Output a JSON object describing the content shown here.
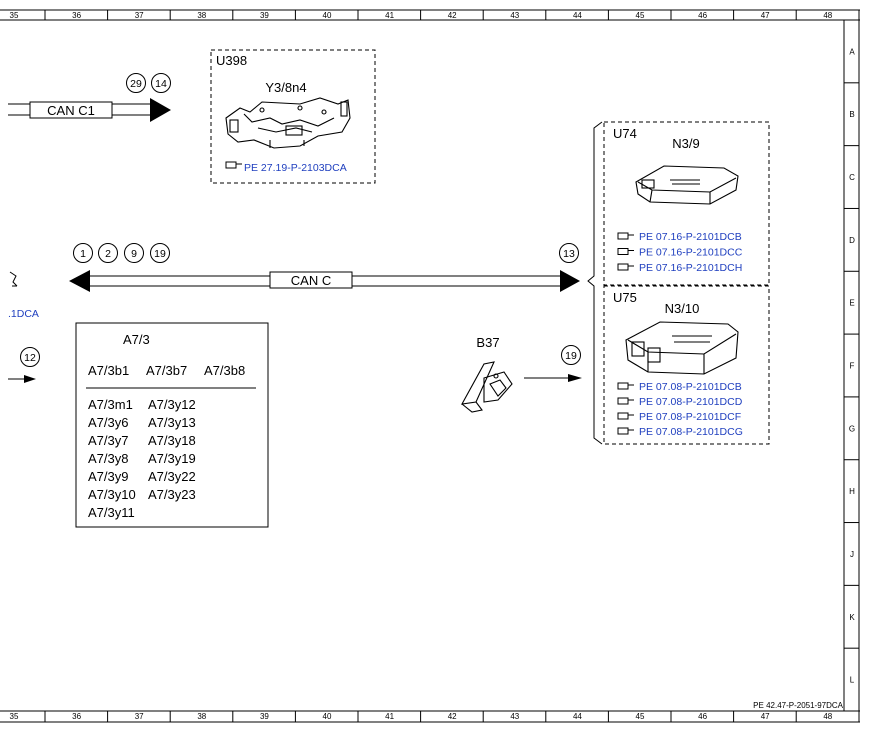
{
  "columns": [
    "35",
    "36",
    "37",
    "38",
    "39",
    "40",
    "41",
    "42",
    "43",
    "44",
    "45",
    "46",
    "47",
    "48"
  ],
  "rows": [
    "A",
    "B",
    "C",
    "D",
    "E",
    "F",
    "G",
    "H",
    "J",
    "K",
    "L"
  ],
  "footer_ref": "PE 42.47-P-2051-97DCA",
  "bus_top": {
    "label": "CAN C1",
    "circles": [
      "29",
      "14"
    ]
  },
  "bus_main": {
    "label": "CAN C",
    "circles_left": [
      "1",
      "2",
      "9",
      "19"
    ],
    "circle_right": "13"
  },
  "u398": {
    "group": "U398",
    "part": "Y3/8n4",
    "ref": "PE 27.19-P-2103DCA"
  },
  "u74": {
    "group": "U74",
    "part": "N3/9",
    "refs": [
      "PE 07.16-P-2101DCB",
      "PE 07.16-P-2101DCC",
      "PE 07.16-P-2101DCH"
    ]
  },
  "u75": {
    "group": "U75",
    "part": "N3/10",
    "refs": [
      "PE 07.08-P-2101DCB",
      "PE 07.08-P-2101DCD",
      "PE 07.08-P-2101DCF",
      "PE 07.08-P-2101DCG"
    ]
  },
  "b37": {
    "label": "B37",
    "circle": "19"
  },
  "left_edge": {
    "ref_fragment": ".1DCA",
    "circle": "12"
  },
  "a73": {
    "title": "A7/3",
    "header": [
      "A7/3b1",
      "A7/3b7",
      "A7/3b8"
    ],
    "col1": [
      "A7/3m1",
      "A7/3y6",
      "A7/3y7",
      "A7/3y8",
      "A7/3y9",
      "A7/3y10",
      "A7/3y11"
    ],
    "col2": [
      "A7/3y12",
      "A7/3y13",
      "A7/3y18",
      "A7/3y19",
      "A7/3y22",
      "A7/3y23"
    ]
  }
}
